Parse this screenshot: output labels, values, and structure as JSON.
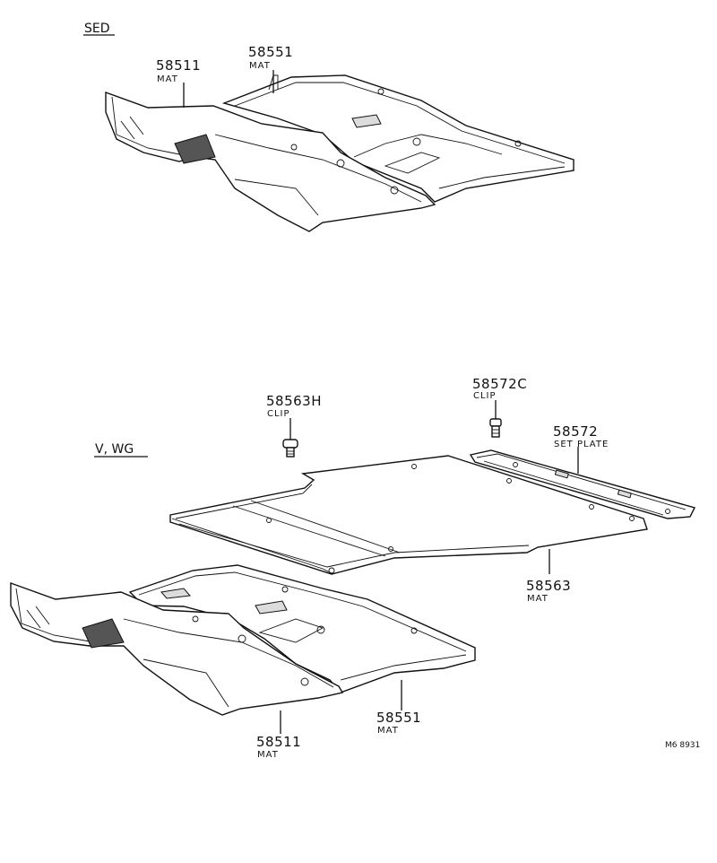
{
  "sections": {
    "sedan": "SED",
    "van_wagon": "V, WG"
  },
  "parts": {
    "sed_mat_front": {
      "number": "58511",
      "desc": "MAT"
    },
    "sed_mat_rear": {
      "number": "58551",
      "desc": "MAT"
    },
    "clip_h": {
      "number": "58563H",
      "desc": "CLIP"
    },
    "clip_c": {
      "number": "58572C",
      "desc": "CLIP"
    },
    "set_plate": {
      "number": "58572",
      "desc": "SET PLATE"
    },
    "cargo_mat": {
      "number": "58563",
      "desc": "MAT"
    },
    "wg_mat_rear": {
      "number": "58551",
      "desc": "MAT"
    },
    "wg_mat_front": {
      "number": "58511",
      "desc": "MAT"
    }
  },
  "figure_code": "M6 8931"
}
